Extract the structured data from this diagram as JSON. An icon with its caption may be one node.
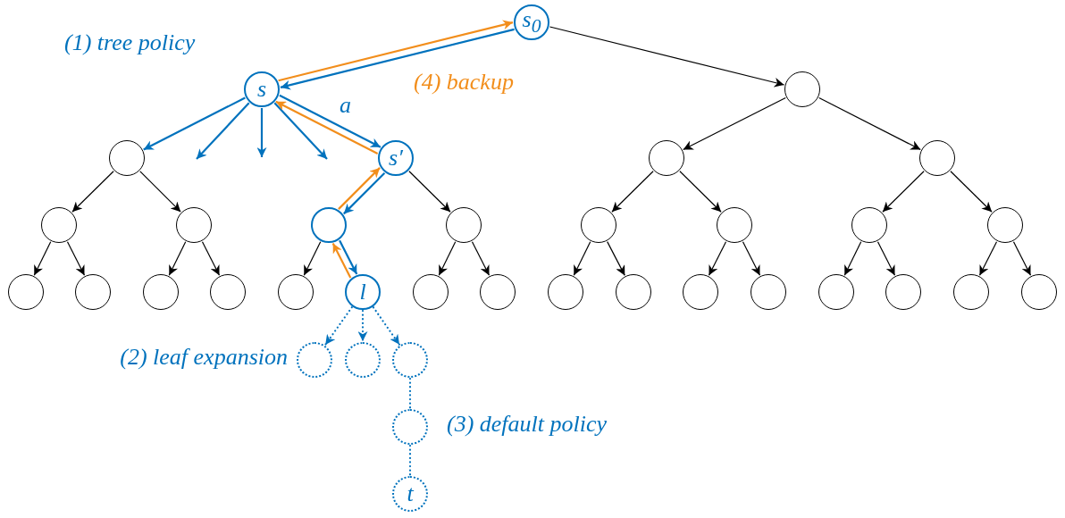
{
  "diagram": {
    "nodes": [
      {
        "text": [
          "s$_{0}$"
        ]
      },
      {
        "text": [
          "s"
        ]
      },
      {
        "text": [],
        "shape": "circle"
      },
      {
        "text": [],
        "shape": "circle"
      },
      {
        "text": [
          "s′"
        ]
      },
      {
        "text": [],
        "shape": "circle"
      },
      {
        "text": [],
        "shape": "circle"
      },
      {
        "text": [],
        "shape": "circle"
      },
      {
        "text": [],
        "shape": "circle"
      },
      {
        "text": [],
        "shape": "circle"
      },
      {
        "text": [],
        "shape": "circle"
      },
      {
        "text": [],
        "shape": "circle"
      },
      {
        "text": [],
        "shape": "circle"
      },
      {
        "text": [],
        "shape": "circle"
      },
      {
        "text": [],
        "shape": "circle"
      },
      {
        "text": [],
        "shape": "circle"
      },
      {
        "text": [],
        "shape": "circle"
      },
      {
        "text": [],
        "shape": "circle"
      },
      {
        "text": [],
        "shape": "circle"
      },
      {
        "text": [],
        "shape": "circle"
      },
      {
        "text": [
          "l"
        ]
      },
      {
        "text": [],
        "shape": "circle"
      },
      {
        "text": [],
        "shape": "circle"
      },
      {
        "text": [],
        "shape": "circle"
      },
      {
        "text": [],
        "shape": "circle"
      },
      {
        "text": [],
        "shape": "circle"
      },
      {
        "text": [],
        "shape": "circle"
      },
      {
        "text": [],
        "shape": "circle"
      },
      {
        "text": [],
        "shape": "circle"
      },
      {
        "text": [],
        "shape": "circle"
      },
      {
        "text": [],
        "shape": "circle"
      },
      {
        "text": [],
        "shape": "circle"
      },
      {
        "text": [],
        "shape": "circle"
      },
      {
        "text": [],
        "shape": "circle"
      },
      {
        "text": [],
        "shape": "circle"
      },
      {
        "text": [
          "t"
        ]
      }
    ],
    "edges": [
      {
        "from": 0,
        "to": 1,
        "arrow": "to",
        "color": "#0072bd"
      },
      {
        "from": 1,
        "to": 0,
        "arrow": "to",
        "color": "#f28e1c"
      },
      {
        "from": 0,
        "to": 2,
        "arrow": "to"
      },
      {
        "from": 1,
        "to": 3,
        "arrow": "to",
        "color": "#0072bd"
      },
      {
        "from": 1,
        "to": null,
        "arrow": "to",
        "color": "#0072bd"
      },
      {
        "from": 1,
        "to": null,
        "arrow": "to",
        "color": "#0072bd"
      },
      {
        "from": 1,
        "to": null,
        "arrow": "to",
        "color": "#0072bd"
      },
      {
        "from": 1,
        "to": 4,
        "arrow": "to",
        "label": "a",
        "color": "#0072bd"
      },
      {
        "from": 4,
        "to": 1,
        "arrow": "to",
        "color": "#f28e1c"
      },
      {
        "from": 2,
        "to": 5,
        "arrow": "to"
      },
      {
        "from": 2,
        "to": 6,
        "arrow": "to"
      },
      {
        "from": 3,
        "to": 7,
        "arrow": "to"
      },
      {
        "from": 3,
        "to": 8,
        "arrow": "to"
      },
      {
        "from": 4,
        "to": 9,
        "arrow": "to",
        "color": "#0072bd"
      },
      {
        "from": 9,
        "to": 4,
        "arrow": "to",
        "color": "#f28e1c"
      },
      {
        "from": 4,
        "to": 10,
        "arrow": "to"
      },
      {
        "from": 5,
        "to": 11,
        "arrow": "to"
      },
      {
        "from": 5,
        "to": 12,
        "arrow": "to"
      },
      {
        "from": 6,
        "to": 13,
        "arrow": "to"
      },
      {
        "from": 6,
        "to": 14,
        "arrow": "to"
      },
      {
        "from": 7,
        "to": 15,
        "arrow": "to"
      },
      {
        "from": 7,
        "to": 16,
        "arrow": "to"
      },
      {
        "from": 8,
        "to": 17,
        "arrow": "to"
      },
      {
        "from": 8,
        "to": 18,
        "arrow": "to"
      },
      {
        "from": 9,
        "to": 19,
        "arrow": "to"
      },
      {
        "from": 9,
        "to": 20,
        "arrow": "to",
        "color": "#0072bd"
      },
      {
        "from": 20,
        "to": 9,
        "arrow": "to",
        "color": "#f28e1c"
      },
      {
        "from": 10,
        "to": 21,
        "arrow": "to"
      },
      {
        "from": 10,
        "to": 22,
        "arrow": "to"
      },
      {
        "from": 11,
        "to": 23,
        "arrow": "to"
      },
      {
        "from": 11,
        "to": 24,
        "arrow": "to"
      },
      {
        "from": 12,
        "to": 25,
        "arrow": "to"
      },
      {
        "from": 12,
        "to": 26,
        "arrow": "to"
      },
      {
        "from": 13,
        "to": 27,
        "arrow": "to"
      },
      {
        "from": 13,
        "to": 28,
        "arrow": "to"
      },
      {
        "from": 14,
        "to": 29,
        "arrow": "to"
      },
      {
        "from": 14,
        "to": 30,
        "arrow": "to"
      },
      {
        "from": 20,
        "to": 31,
        "arrow": "to",
        "style": "dashed",
        "color": "#0072bd"
      },
      {
        "from": 20,
        "to": 32,
        "arrow": "to",
        "style": "dashed",
        "color": "#0072bd"
      },
      {
        "from": 20,
        "to": 33,
        "arrow": "to",
        "style": "dashed",
        "color": "#0072bd"
      },
      {
        "from": 33,
        "to": 34,
        "arrow": "none",
        "style": "dashed",
        "color": "#0072bd"
      },
      {
        "from": 34,
        "to": 35,
        "arrow": "none",
        "style": "dashed",
        "color": "#0072bd"
      }
    ],
    "labels": [
      "(1) tree policy",
      "(4) backup",
      "(2) leaf expansion",
      "(3) default policy"
    ]
  }
}
